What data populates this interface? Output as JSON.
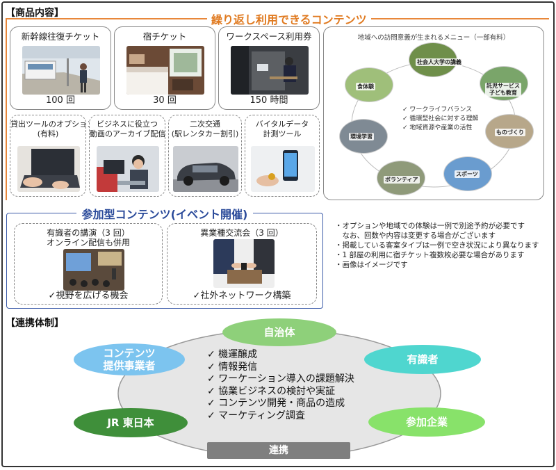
{
  "products": {
    "header": "【商品内容】",
    "reusable_title": "繰り返し利用できるコンテンツ",
    "top_cards": [
      {
        "title": "新幹線往復チケット",
        "value": "100 回"
      },
      {
        "title": "宿チケット",
        "value": "30 回"
      },
      {
        "title": "ワークスペース利用券",
        "value": "150 時間"
      }
    ],
    "bottom_cards": [
      {
        "title_1": "貸出ツールのオプション",
        "title_2": "(有料)"
      },
      {
        "title_1": "ビジネスに役立つ",
        "title_2": "動画のアーカイブ配信"
      },
      {
        "title_1": "二次交通",
        "title_2": "(駅レンタカー割引)"
      },
      {
        "title_1": "バイタルデータ",
        "title_2": "計測ツール"
      }
    ],
    "menu": {
      "title": "地域への訪問意義が生まれるメニュー（一部有料）",
      "items": [
        "社会人大学の講義",
        "託児サービス\n子ども教育",
        "ものづくり",
        "スポーツ",
        "ボランティア",
        "環境学習",
        "食体験"
      ],
      "checks": [
        "✓ ワークライフバランス",
        "✓ 循環型社会に対する理解",
        "✓ 地域資源や産業の活性"
      ]
    }
  },
  "events": {
    "title": "参加型コンテンツ(イベント開催)",
    "cards": [
      {
        "title_1": "有識者の講演（3 回）",
        "title_2": "オンライン配信も併用",
        "caption": "✓視野を広げる機会"
      },
      {
        "title_1": "異業種交流会（3 回）",
        "title_2": "",
        "caption": "✓社外ネットワーク構築"
      }
    ]
  },
  "notes": [
    "・オプションや地域での体験は一例で別途予約が必要です",
    "　なお、回数や内容は変更する場合がございます",
    "・掲載している客室タイプは一例で空き状況により異なります",
    "・1 部屋の利用に宿チケット複数枚必要な場合があります",
    "・画像はイメージです"
  ],
  "cooperation": {
    "header": "【連携体制】",
    "parties": {
      "municipality": "自治体",
      "experts": "有識者",
      "companies": "参加企業",
      "jr": "JR 東日本",
      "content_providers": "コンテンツ\n提供事業者"
    },
    "items": [
      "✓ 機運醸成",
      "✓ 情報発信",
      "✓ ワーケーション導入の課題解決",
      "✓ 協業ビジネスの検討や実証",
      "✓ コンテンツ開発・商品の造成",
      "✓ マーケティング調査"
    ],
    "center_label": "連携"
  },
  "colors": {
    "orange": "#e07a20",
    "blue": "#2a4a9a",
    "green_light": "#8ed07a",
    "green_dark": "#3f8f3a",
    "cyan": "#4fd6cf",
    "lime": "#88e26a",
    "sky": "#7cc4ef",
    "gray": "#7f7f7f"
  }
}
